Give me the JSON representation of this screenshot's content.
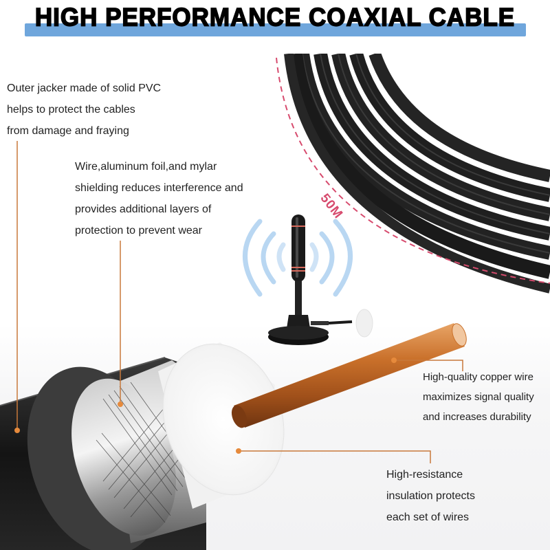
{
  "header": {
    "title": "HIGH PERFORMANCE COAXIAL CABLE",
    "bar_color": "#6fa6dc"
  },
  "length_badge": {
    "label": "50M",
    "color": "#d74b6e"
  },
  "callouts": {
    "outer_jacket": {
      "lines": [
        "Outer jacker made of solid PVC",
        "helps to protect the cables",
        "from damage and fraying"
      ]
    },
    "shielding": {
      "lines": [
        "Wire,aluminum foil,and mylar",
        "shielding reduces interference and",
        "provides additional layers of",
        "protection to prevent wear"
      ]
    },
    "copper_wire": {
      "lines": [
        "High-quality copper wire",
        "maximizes signal quality",
        "and increases durability"
      ]
    },
    "insulation": {
      "lines": [
        "High-resistance",
        "insulation protects",
        "each set of wires"
      ]
    }
  },
  "colors": {
    "leader_line": "#c8783a",
    "copper": "#c9702a",
    "cable_black": "#1e1e1e",
    "signal_wave": "#a9cdee"
  }
}
